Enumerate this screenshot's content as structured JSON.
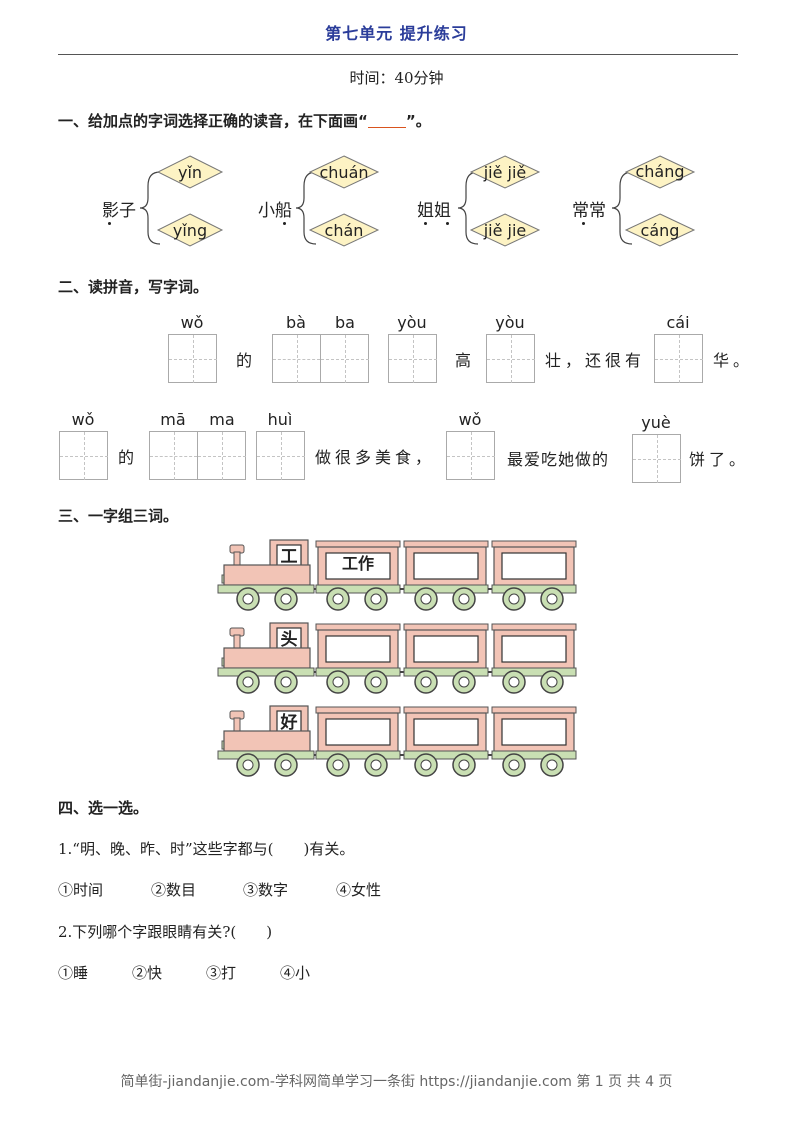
{
  "header": {
    "title": "第七单元 提升练习",
    "time": "时间：40分钟"
  },
  "section1": {
    "heading_pre": "一、给加点的字词选择正确的读音，在下面画“",
    "heading_post": "”。",
    "groups": [
      {
        "word": "影子",
        "options": [
          "yǐn",
          "yǐng"
        ]
      },
      {
        "word": "小船",
        "options": [
          "chuán",
          "chán"
        ]
      },
      {
        "word": "姐姐",
        "options": [
          "jiě jiě",
          "jiě jie"
        ]
      },
      {
        "word": "常常",
        "options": [
          "cháng",
          "cáng"
        ]
      }
    ]
  },
  "section2": {
    "heading": "二、读拼音，写字词。",
    "row1": {
      "pinyin": [
        "wǒ",
        "bà",
        "ba",
        "yòu",
        "yòu",
        "cái"
      ],
      "text": [
        "的",
        "高",
        "壮，还很有",
        "华。"
      ]
    },
    "row2": {
      "pinyin": [
        "wǒ",
        "mā",
        "ma",
        "huì",
        "wǒ",
        "yuè"
      ],
      "text": [
        "的",
        "做很多美食，",
        "最爱吃她做的",
        "饼了。"
      ]
    }
  },
  "section3": {
    "heading": "三、一字组三词。",
    "trains": [
      {
        "char": "工",
        "words": [
          "工作",
          "",
          ""
        ]
      },
      {
        "char": "头",
        "words": [
          "",
          "",
          ""
        ]
      },
      {
        "char": "好",
        "words": [
          "",
          "",
          ""
        ]
      }
    ]
  },
  "section4": {
    "heading": "四、选一选。",
    "q1": "1.“明、晚、昨、时”这些字都与(　　)有关。",
    "q1_options": [
      "①时间",
      "②数目",
      "③数字",
      "④女性"
    ],
    "q2": "2.下列哪个字跟眼睛有关?(　　)",
    "q2_options": [
      "①睡",
      "②快",
      "③打",
      "④小"
    ]
  },
  "footer": {
    "text": "简单街-jiandanjie.com-学科网简单学习一条街 https://jiandanjie.com 第 1 页 共 4 页"
  },
  "colors": {
    "title": "#2b3d9a",
    "diamond": "#fdf3c4",
    "train_pink": "#f2c4b6",
    "wheel_green": "#c9dfb3",
    "blank_line": "#d9531e"
  }
}
